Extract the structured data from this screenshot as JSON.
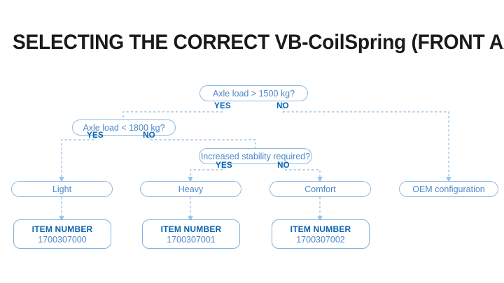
{
  "page": {
    "title": "SELECTING THE CORRECT VB-CoilSpring (FRONT AXLE)",
    "background_color": "#ffffff",
    "accent_color": "#0a63b0",
    "line_color": "#8fbbe2",
    "text_color": "#4f88c9"
  },
  "flowchart": {
    "type": "decision-tree",
    "decisions": [
      {
        "id": "axle-load-1500",
        "question": "Axle load > 1500 kg?",
        "yes_label": "YES",
        "no_label": "NO",
        "yes_target": "axle-load-1800",
        "no_target": "oem-configuration"
      },
      {
        "id": "axle-load-1800",
        "question": "Axle load < 1800 kg?",
        "yes_label": "YES",
        "no_label": "NO",
        "yes_target": "light",
        "no_target": "increased-stability"
      },
      {
        "id": "increased-stability",
        "question": "Increased stability required?",
        "yes_label": "YES",
        "no_label": "NO",
        "yes_target": "heavy",
        "no_target": "comfort"
      }
    ],
    "results": [
      {
        "id": "light",
        "label": "Light"
      },
      {
        "id": "heavy",
        "label": "Heavy"
      },
      {
        "id": "comfort",
        "label": "Comfort"
      },
      {
        "id": "oem-configuration",
        "label": "OEM configuration"
      }
    ],
    "item_numbers": [
      {
        "for": "light",
        "title": "ITEM NUMBER",
        "value": "1700307000"
      },
      {
        "for": "heavy",
        "title": "ITEM NUMBER",
        "value": "1700307001"
      },
      {
        "for": "comfort",
        "title": "ITEM NUMBER",
        "value": "1700307002"
      }
    ]
  }
}
